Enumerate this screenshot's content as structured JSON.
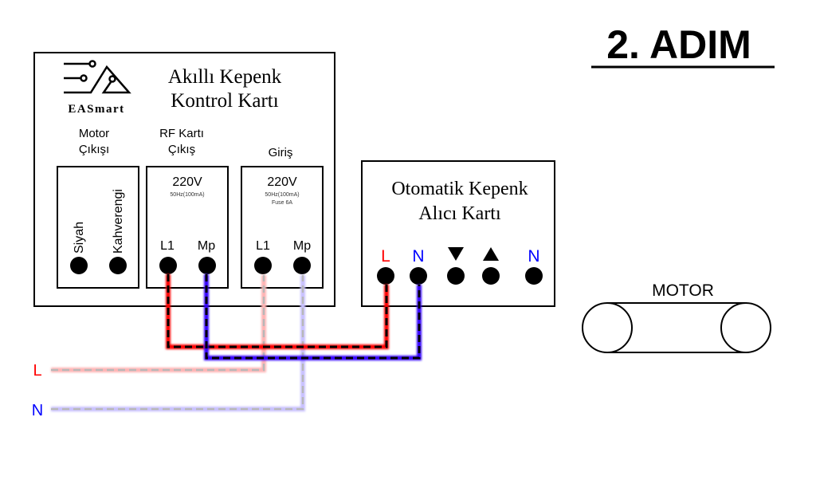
{
  "step_title": "2. ADIM",
  "control_board": {
    "brand": "EASmart",
    "title_line1": "Akıllı Kepenk",
    "title_line2": "Kontrol Kartı",
    "sections": {
      "motor_output": {
        "label_line1": "Motor",
        "label_line2": "Çıkışı",
        "terminals": [
          "Siyah",
          "Kahverengi"
        ]
      },
      "rf_output": {
        "label_line1": "RF Kartı",
        "label_line2": "Çıkış",
        "voltage": "220V",
        "spec": "50Hz(100mA)",
        "terminals": [
          "L1",
          "Mp"
        ]
      },
      "input": {
        "label": "Giriş",
        "voltage": "220V",
        "spec": "50Hz(100mA)",
        "fuse": "Fuse 6A",
        "terminals": [
          "L1",
          "Mp"
        ]
      }
    }
  },
  "receiver_board": {
    "title_line1": "Otomatik Kepenk",
    "title_line2": "Alıcı Kartı",
    "terminals": [
      {
        "label": "L",
        "color": "#ff0000",
        "icon": ""
      },
      {
        "label": "N",
        "color": "#0000ff",
        "icon": ""
      },
      {
        "label": "",
        "color": "#000000",
        "icon": "down-triangle-icon"
      },
      {
        "label": "",
        "color": "#000000",
        "icon": "up-triangle-icon"
      },
      {
        "label": "N",
        "color": "#0000ff",
        "icon": ""
      }
    ]
  },
  "motor": {
    "label": "MOTOR"
  },
  "mains": {
    "line_label": "L",
    "neutral_label": "N",
    "line_color": "#ff0000",
    "neutral_color": "#0000ff"
  },
  "colors": {
    "live": "#ff0000",
    "neutral": "#0000ff",
    "live_faded": "#ffb3b3",
    "neutral_faded": "#c8c0ff"
  }
}
